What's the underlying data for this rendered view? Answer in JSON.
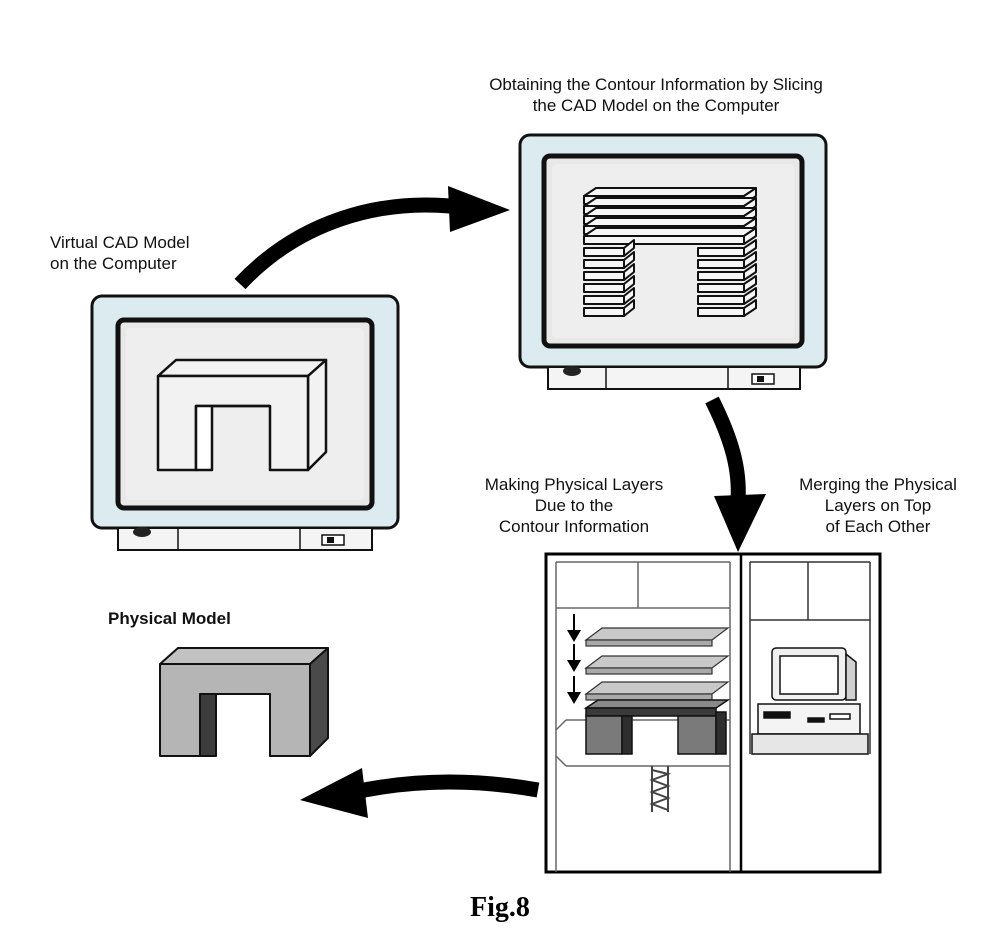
{
  "labels": {
    "virtual_cad": [
      "Virtual CAD Model",
      "on the Computer"
    ],
    "obtaining_contour": [
      "Obtaining the Contour Information by Slicing",
      "the CAD Model on the Computer"
    ],
    "making_layers": [
      "Making Physical Layers",
      "Due to the",
      "Contour Information"
    ],
    "merging_layers": [
      "Merging the Physical",
      "Layers on Top",
      "of Each Other"
    ],
    "physical_model": "Physical Model"
  },
  "caption": "Fig.8",
  "colors": {
    "monitor_bezel": "#dcebef",
    "screen": "#ededed",
    "outline": "#111111",
    "model_gray": "#b3b3b3",
    "model_dark": "#4a4a4a",
    "arrow": "#000000"
  }
}
